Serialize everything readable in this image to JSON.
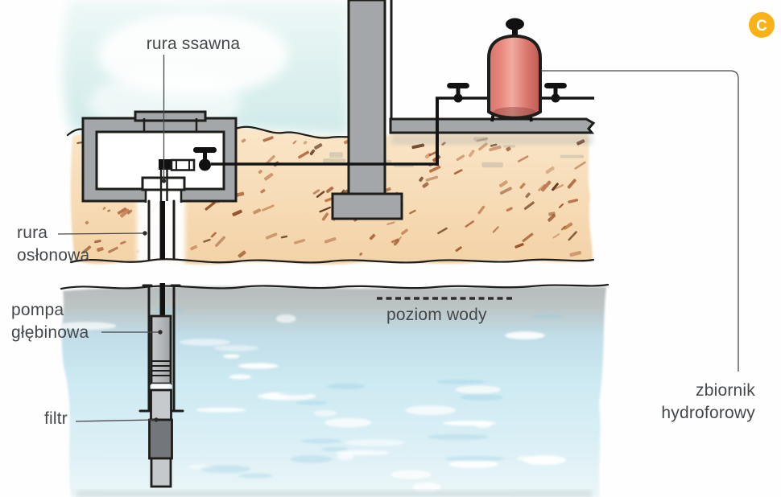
{
  "figure": {
    "badge": "C",
    "labels": {
      "suction_pipe": "rura ssawna",
      "casing_line1": "rura",
      "casing_line2": "osłonowa",
      "pump_line1": "pompa",
      "pump_line2": "głębinowa",
      "filter": "filtr",
      "water_level": "poziom wody",
      "tank_line1": "zbiornik",
      "tank_line2": "hydroforowy"
    },
    "colors": {
      "badge_bg": "#FBB217",
      "badge_text": "#FFFFFF",
      "tank_red_light": "#F2ABA0",
      "tank_red": "#E8857B",
      "tank_red_dark": "#BD5A54",
      "sky_cyan": "#CFEAE9",
      "soil_sand": "#F3D2A6",
      "soil_sand_light": "#FAE6C8",
      "water_gray": "#B6BABA",
      "water_blue": "#CDE9F2",
      "water_blue_pale": "#EBF6F8",
      "concrete_gray": "#A3A7AA",
      "pump_gray": "#B4B8BA",
      "filter_dark": "#73777C",
      "ink": "#1D1D1B",
      "label_text": "#45484B",
      "leader": "#4A4A4A"
    }
  }
}
